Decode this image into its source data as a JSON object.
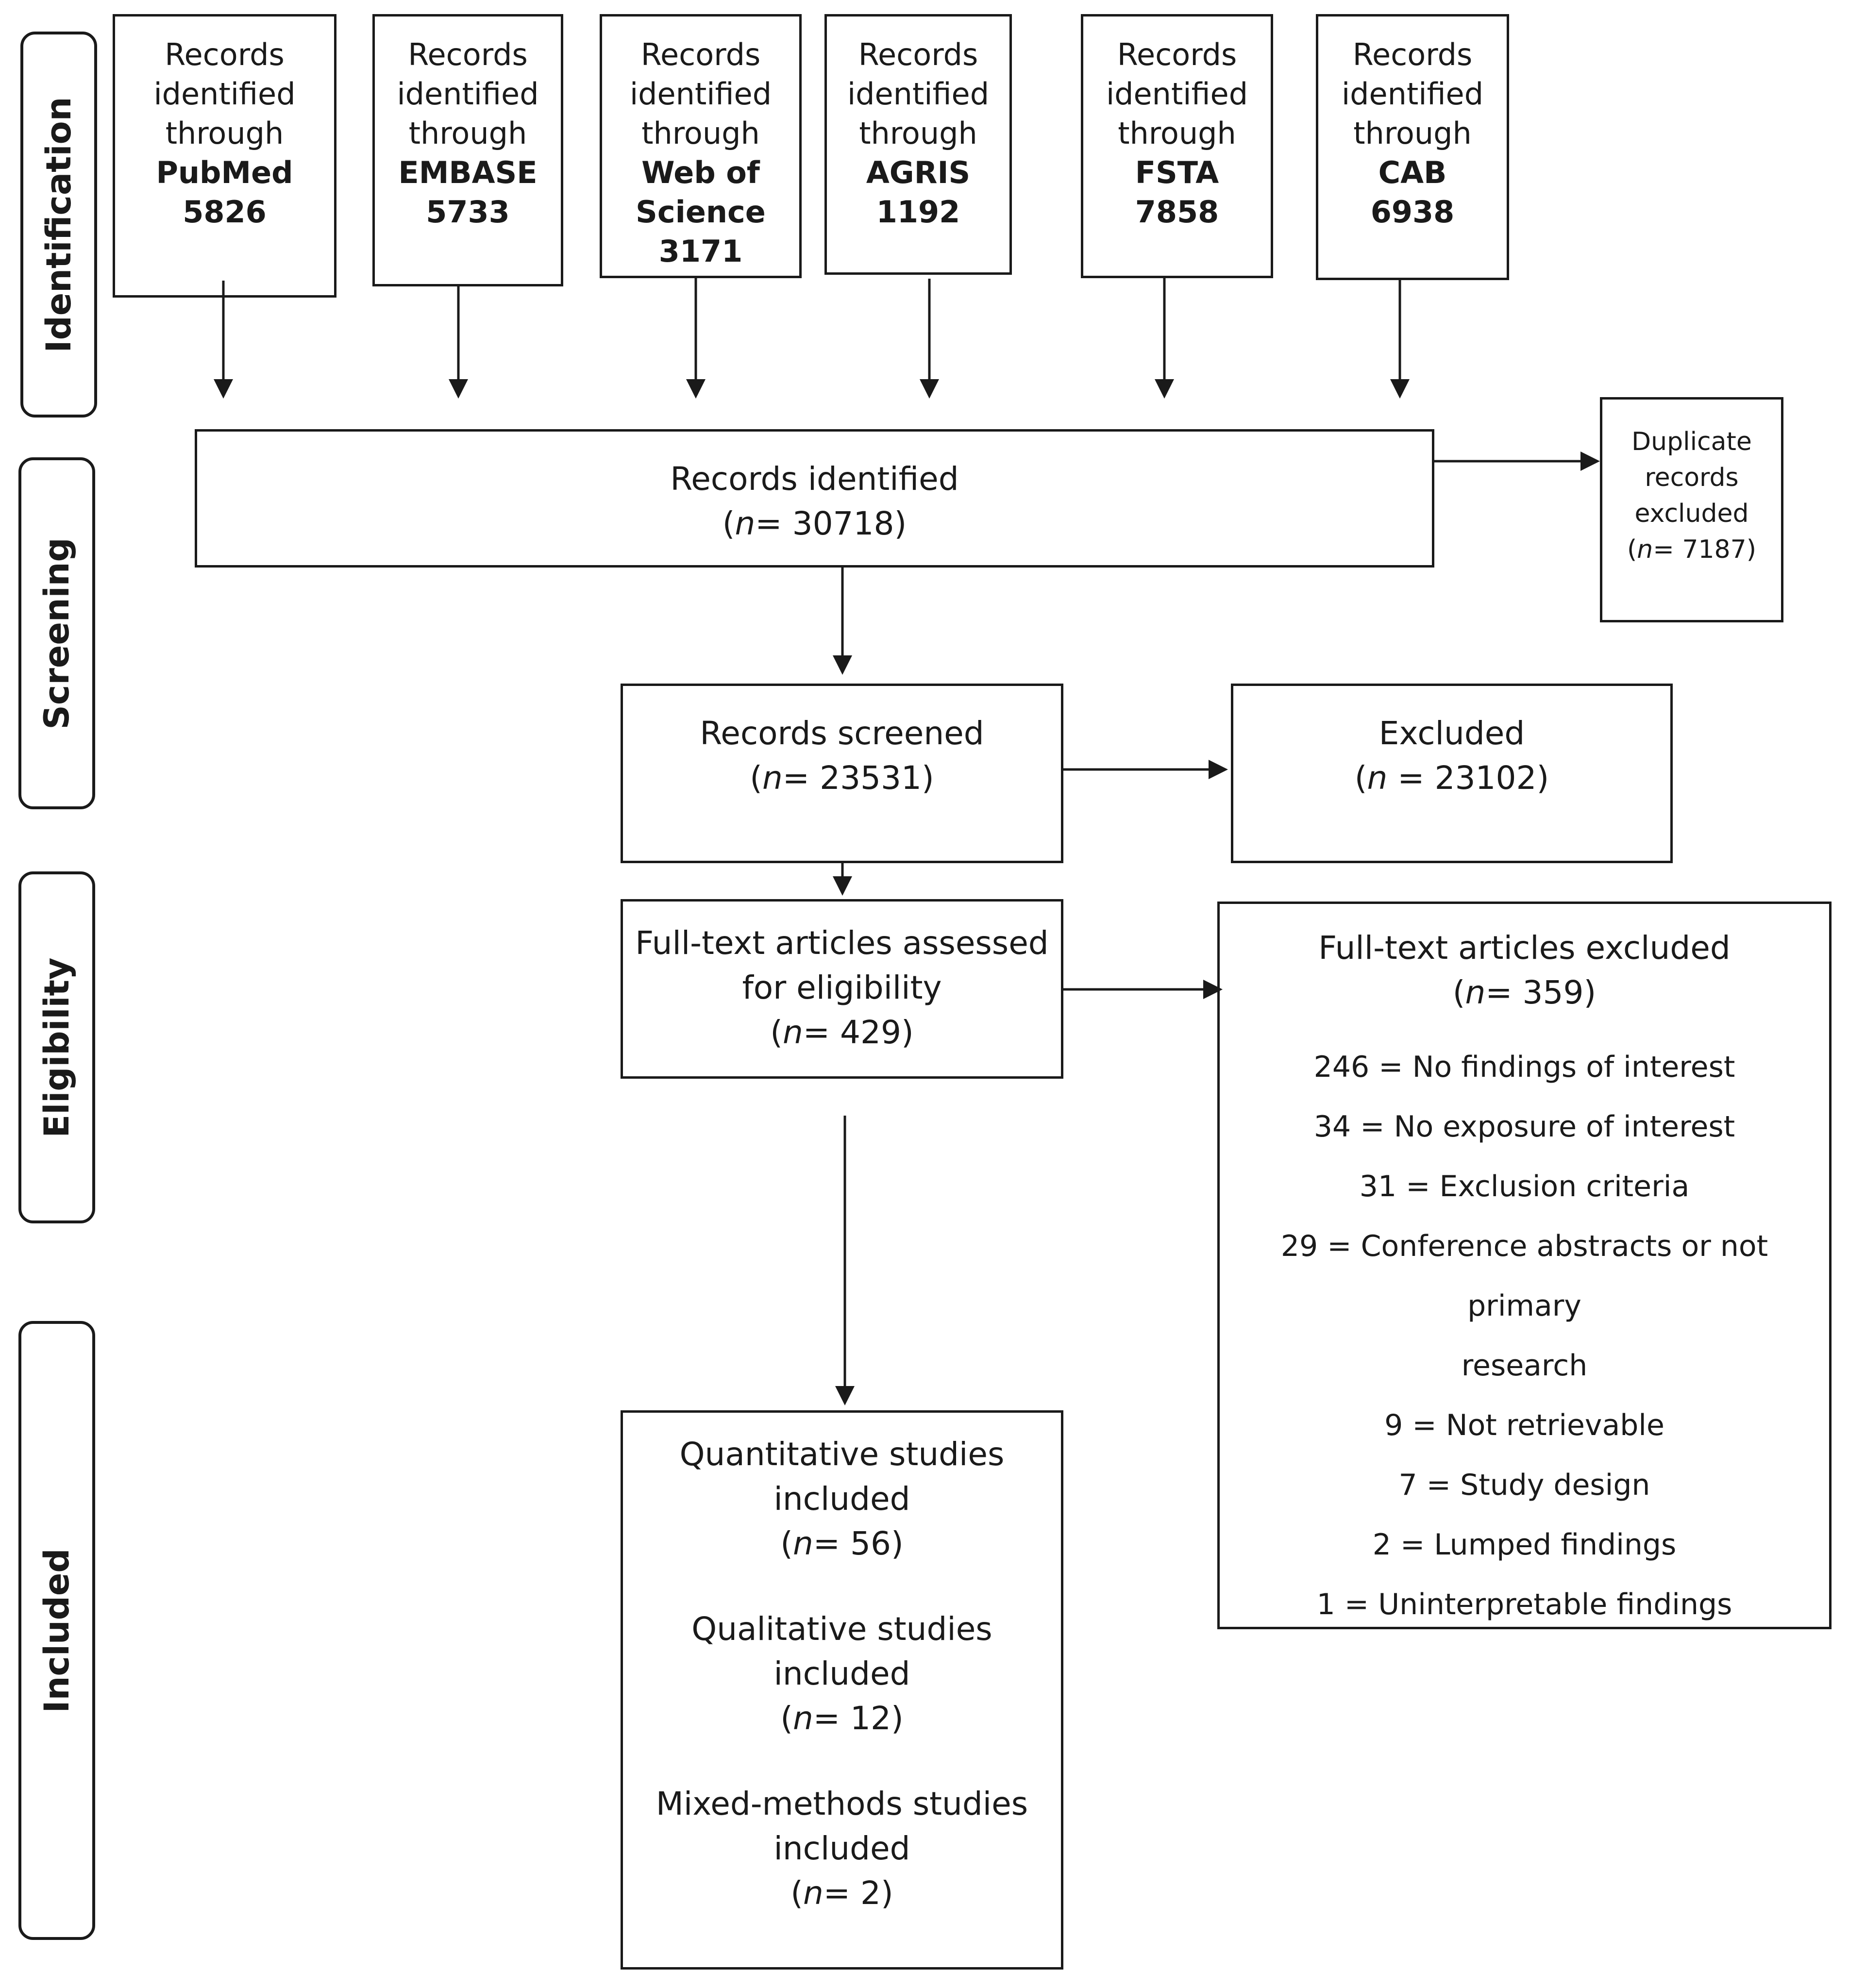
{
  "phases": {
    "identification": "Identification",
    "screening": "Screening",
    "eligibility": "Eligibility",
    "included": "Included"
  },
  "sources": [
    {
      "l1": "Records",
      "l2": "identified",
      "l3": "through",
      "db": "PubMed",
      "db2": "",
      "count": "5826"
    },
    {
      "l1": "Records",
      "l2": "identified",
      "l3": "through",
      "db": "EMBASE",
      "db2": "",
      "count": "5733"
    },
    {
      "l1": "Records",
      "l2": "identified",
      "l3": "through",
      "db": "Web of",
      "db2": "Science",
      "count": "3171"
    },
    {
      "l1": "Records",
      "l2": "identified",
      "l3": "through",
      "db": "AGRIS",
      "db2": "",
      "count": "1192"
    },
    {
      "l1": "Records",
      "l2": "identified",
      "l3": "through",
      "db": "FSTA",
      "db2": "",
      "count": "7858"
    },
    {
      "l1": "Records",
      "l2": "identified",
      "l3": "through",
      "db": "CAB",
      "db2": "",
      "count": "6938"
    }
  ],
  "identified": {
    "label": "Records identified",
    "n_prefix": "(",
    "n": "n",
    "n_value": "= 30718)"
  },
  "duplicates": {
    "l1": "Duplicate",
    "l2": "records",
    "l3": "excluded",
    "n_prefix": "(",
    "n": "n",
    "n_value": "= 7187)"
  },
  "screened": {
    "label": "Records screened",
    "n_prefix": "(",
    "n": "n",
    "n_value": "= 23531)"
  },
  "excluded": {
    "label": "Excluded",
    "n_prefix": "(",
    "n": "n",
    "n_value": " = 23102)"
  },
  "fulltext": {
    "l1": "Full-text articles assessed",
    "l2": "for eligibility",
    "n_prefix": "(",
    "n": "n",
    "n_value": "= 429)"
  },
  "fulltext_excluded": {
    "label": "Full-text articles excluded",
    "n_prefix": "(",
    "n": "n",
    "n_value": "= 359)",
    "reasons": [
      "246 = No findings of interest",
      "34 = No exposure of interest",
      "31 = Exclusion criteria",
      "29 = Conference abstracts or not primary",
      "research",
      "9 = Not retrievable",
      "7 = Study design",
      "2 = Lumped findings",
      "1 = Uninterpretable findings"
    ]
  },
  "included": {
    "quant_l1": "Quantitative studies",
    "quant_l2": "included",
    "quant_n_prefix": "(",
    "quant_n": "n",
    "quant_n_value": "= 56)",
    "qual_l1": "Qualitative studies",
    "qual_l2": "included",
    "qual_n_prefix": "(",
    "qual_n": "n",
    "qual_n_value": "= 12)",
    "mixed_l1": "Mixed-methods studies",
    "mixed_l2": "included",
    "mixed_n_prefix": "(",
    "mixed_n": "n",
    "mixed_n_value": "= 2)"
  }
}
